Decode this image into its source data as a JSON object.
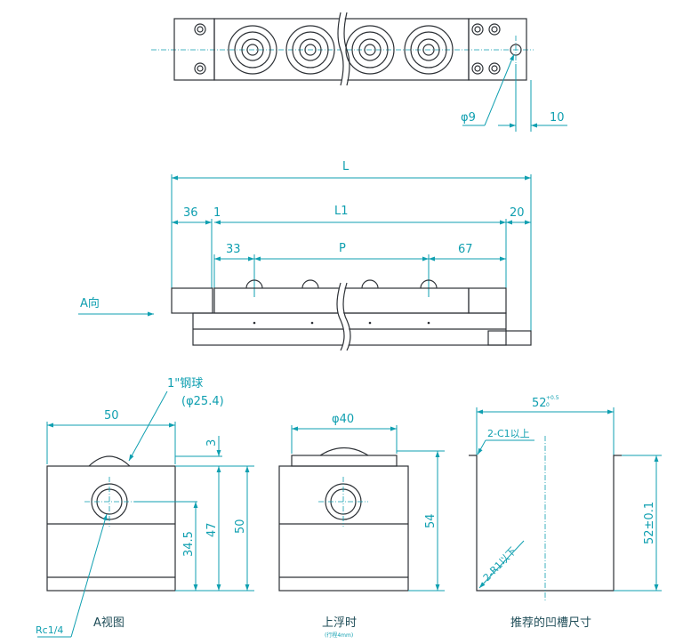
{
  "top_view": {
    "dia_label": "φ9",
    "offset_label": "10"
  },
  "side_view": {
    "L": "L",
    "L1": "L1",
    "P": "P",
    "d36": "36",
    "d1": "1",
    "d20": "20",
    "d33": "33",
    "d67": "67",
    "direction_label": "A向"
  },
  "view_a": {
    "ball_label": "1\"钢球",
    "ball_size": "(φ25.4)",
    "width": "50",
    "height": "50",
    "h47": "47",
    "h345": "34.5",
    "h3": "3",
    "port_label": "Rc1/4",
    "title": "A视图"
  },
  "float_view": {
    "dia": "φ40",
    "height": "54",
    "title": "上浮时",
    "subtitle": "(行程4mm)"
  },
  "groove_view": {
    "width_main": "52",
    "width_tol": "+0.5",
    "width_tol2": "0",
    "height": "52±0.1",
    "chamfer": "2-C1以上",
    "radius": "2-R1以下",
    "title": "推荐的凹槽尺寸"
  },
  "colors": {
    "outline": "#2d3136",
    "dimension": "#0f9fb0"
  }
}
